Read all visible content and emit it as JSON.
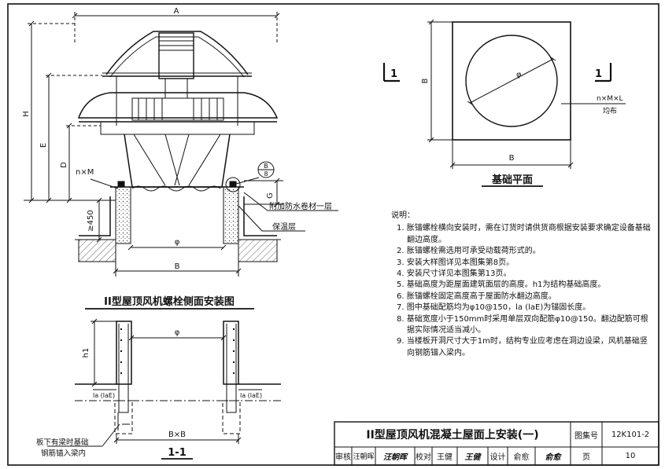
{
  "side_view": {
    "title": "II型屋顶风机螺栓侧面安装图",
    "dim_A": "A",
    "dim_B": "B",
    "dim_H": "H",
    "dim_E": "E",
    "dim_D": "D",
    "dim_G": "G",
    "dim_450": "≥450",
    "dia": "φ",
    "bolt_label": "n×M",
    "detail_ref_top": "B",
    "detail_ref_bottom": "8",
    "waterproof_label": "附加防水卷材一层",
    "insulation_label": "保温层"
  },
  "plan_view": {
    "title": "基础平面",
    "dim_B_side": "B",
    "dim_B_bottom": "B",
    "dia": "φ",
    "section_mark_left": "1",
    "section_mark_right": "1",
    "bolt_spec": "n×M×L",
    "bolt_note": "均布"
  },
  "section_view": {
    "title": "1-1",
    "dia": "φ",
    "dim_h1": "h1",
    "la_left": "la (laE)",
    "la_right": "la (laE)",
    "width_label": "B×B",
    "beam_note_line1": "板下有梁时基础",
    "beam_note_line2": "钢筋锚入梁内"
  },
  "notes": {
    "title": "说明：",
    "items": [
      "1. 胀锚螺栓横向安装时，需在订货时请供货商根据安装要求确定设备基础翻边高度。",
      "2. 胀锚螺栓需选用可承受动载荷形式的。",
      "3. 安装大样图详见本图集第8页。",
      "4. 安装尺寸详见本图集第13页。",
      "5. 基础高度为距屋面建筑面层的高度。h1为结构基础高度。",
      "6. 胀锚螺栓固定高度高于屋面防水翻边高度。",
      "7. 图中基础配筋均为φ10@150，la (laE)为锚固长度。",
      "8. 基础宽度小于150mm时采用单层双向配筋φ10@150。翻边配筋可根据实际情况适当减小。",
      "9. 当楼板开洞尺寸大于1m时，结构专业应考虑在洞边设梁，风机基础竖向钢筋锚入梁内。"
    ]
  },
  "title_block": {
    "main_title": "II型屋顶风机混凝土屋面上安装(一)",
    "atlas_label": "图集号",
    "atlas_value": "12K101-2",
    "review_label": "审核",
    "review_name": "汪朝晖",
    "review_sign": "汪朝晖",
    "check_label": "校对",
    "check_name": "王健",
    "check_sign": "王健",
    "design_label": "设计",
    "design_name": "俞愈",
    "design_sign": "俞愈",
    "page_label": "页",
    "page_value": "10"
  }
}
